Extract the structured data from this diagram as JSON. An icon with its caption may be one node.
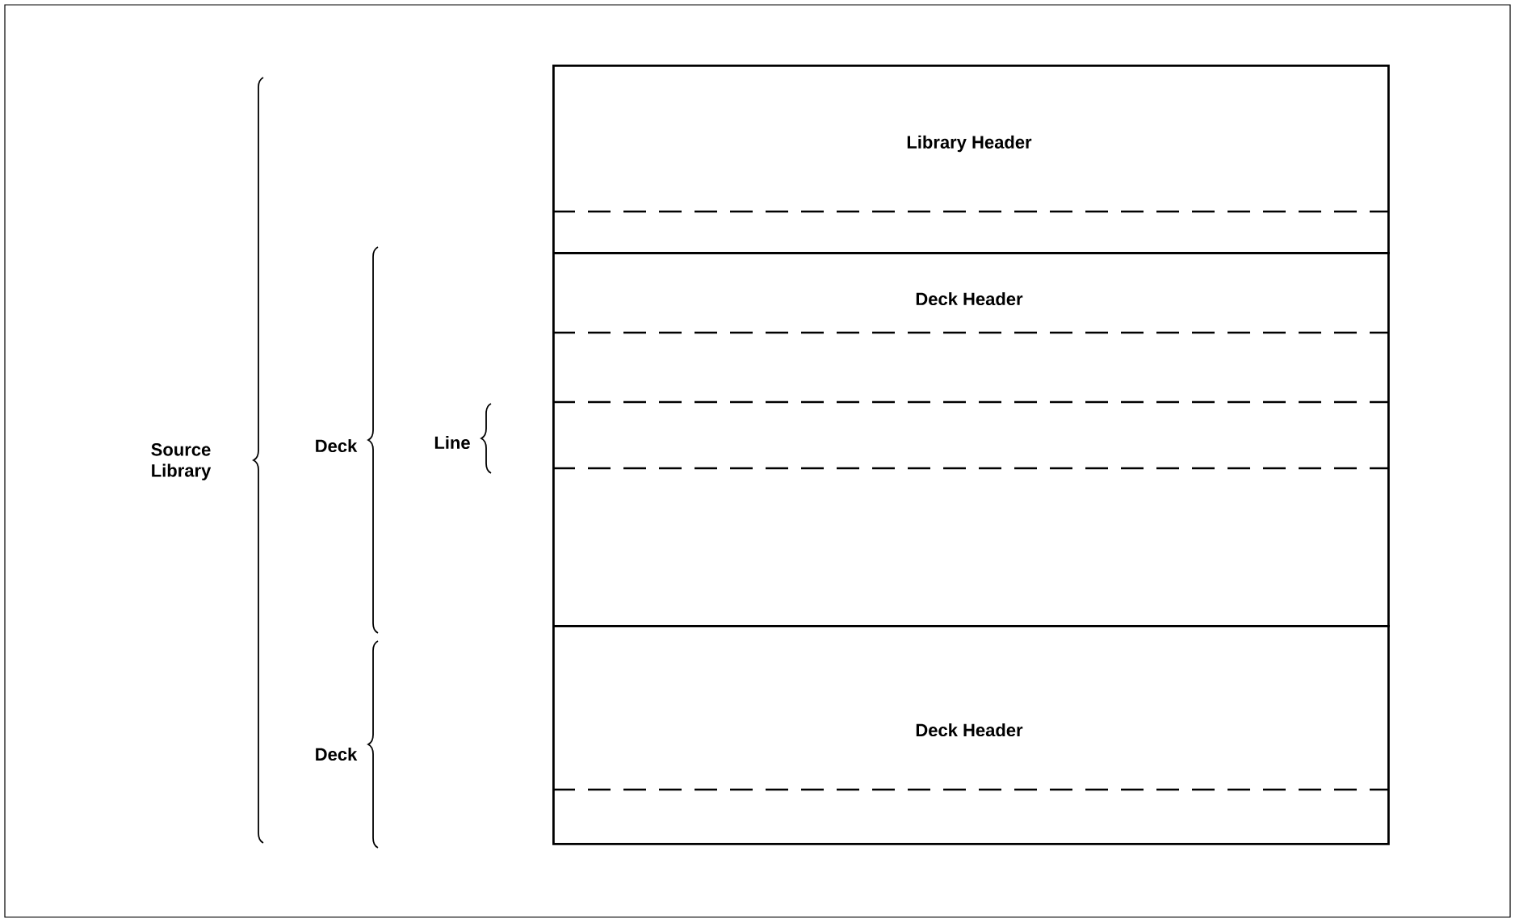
{
  "diagram": {
    "nodes": [
      {
        "text": [
          "Library Header"
        ]
      },
      {
        "text": [
          "Deck Header"
        ]
      },
      {
        "text": [
          "Deck Header"
        ]
      }
    ],
    "labels": [
      "Source Library",
      "Deck",
      "Line",
      "Deck"
    ]
  }
}
